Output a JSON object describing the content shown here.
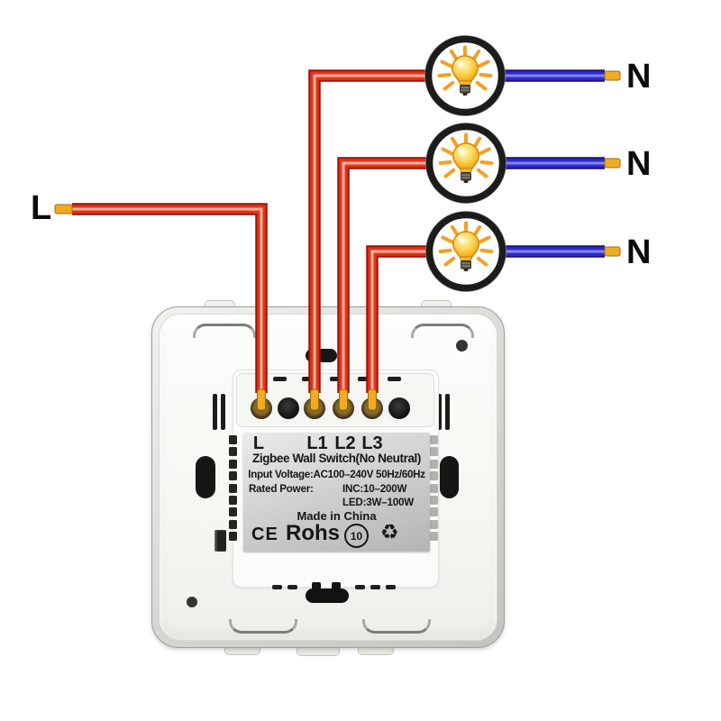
{
  "labels": {
    "live": "L",
    "neutrals": [
      "N",
      "N",
      "N"
    ]
  },
  "switch": {
    "terminal_plate_labels": [
      "L",
      "L1",
      "L2",
      "L3"
    ],
    "plate": {
      "title": "Zigbee Wall Switch(No Neutral)",
      "input_voltage": "Input Voltage:AC100–240V 50Hz/60Hz",
      "rated_power_label": "Rated Power:",
      "rated_inc": "INC:10–200W",
      "rated_led": "LED:3W–100W",
      "made_in": "Made in China",
      "cert_ce": "CE",
      "cert_rohs": "Rohs",
      "cert_efup": "10",
      "cert_recycle": "♻"
    }
  },
  "colors": {
    "live_wire": "#e23418",
    "neutral_wire": "#2f2ad2",
    "wire_tip": "#f0ab22",
    "lamp_ring": "#1c1c1c",
    "lamp_glass": "#f3b31c",
    "plate_silver": "#cfcfcd",
    "switch_body": "#f6f6f2"
  }
}
